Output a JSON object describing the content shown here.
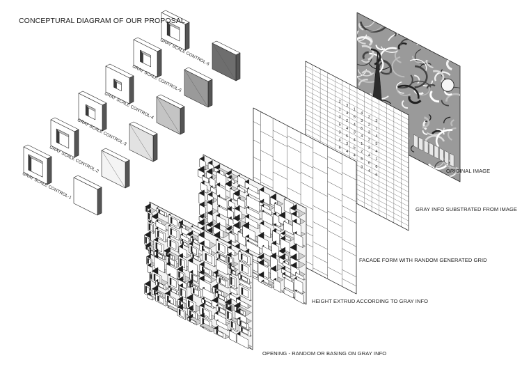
{
  "title": "CONCEPTURAL DIAGRAM OF OUR PROPOSAL",
  "controls": [
    {
      "label": "GRAY SCALE CONTROL-1",
      "shade": "#ffffff"
    },
    {
      "label": "GRAY SCALE CONTROL-2",
      "shade": "#f4f4f4"
    },
    {
      "label": "GRAY SCALE CONTROL-3",
      "shade": "#e2e2e2"
    },
    {
      "label": "GRAY SCALE CONTROL-4",
      "shade": "#c4c4c4"
    },
    {
      "label": "GRAY SCALE CONTROL-5",
      "shade": "#9a9a9a"
    },
    {
      "label": "GRAY SCALE CONTROL-6",
      "shade": "#6e6e6e"
    }
  ],
  "layers": {
    "original": "ORIGINAL IMAGE",
    "gray_info": "GRAY INFO SUBSTRATED FROM IMAGE",
    "facade": "FACADE FORM WITH RANDOM GENERATED GRID",
    "height": "HEIGHT EXTRUD ACCORDING TO GRAY INFO",
    "opening": "OPENING - RANDOM OR BASING ON GRAY INFO"
  },
  "gray_numbers": [
    [
      "2",
      "3",
      "1",
      "4",
      "2",
      "3"
    ],
    [
      "1",
      "4",
      "5",
      "3",
      "2",
      "1"
    ],
    [
      "3",
      "2",
      "4",
      "5",
      "3",
      "4"
    ],
    [
      "5",
      "4",
      "3",
      "4",
      "2",
      "5"
    ],
    [
      "3",
      "5",
      "4",
      "1",
      "3",
      "4"
    ],
    [
      "4",
      "3",
      "5",
      "2",
      "4",
      "1"
    ],
    [
      "6",
      "4",
      "4",
      "5",
      "6",
      "6"
    ],
    [
      "5",
      "3",
      "6",
      "3",
      "4",
      "6"
    ]
  ]
}
